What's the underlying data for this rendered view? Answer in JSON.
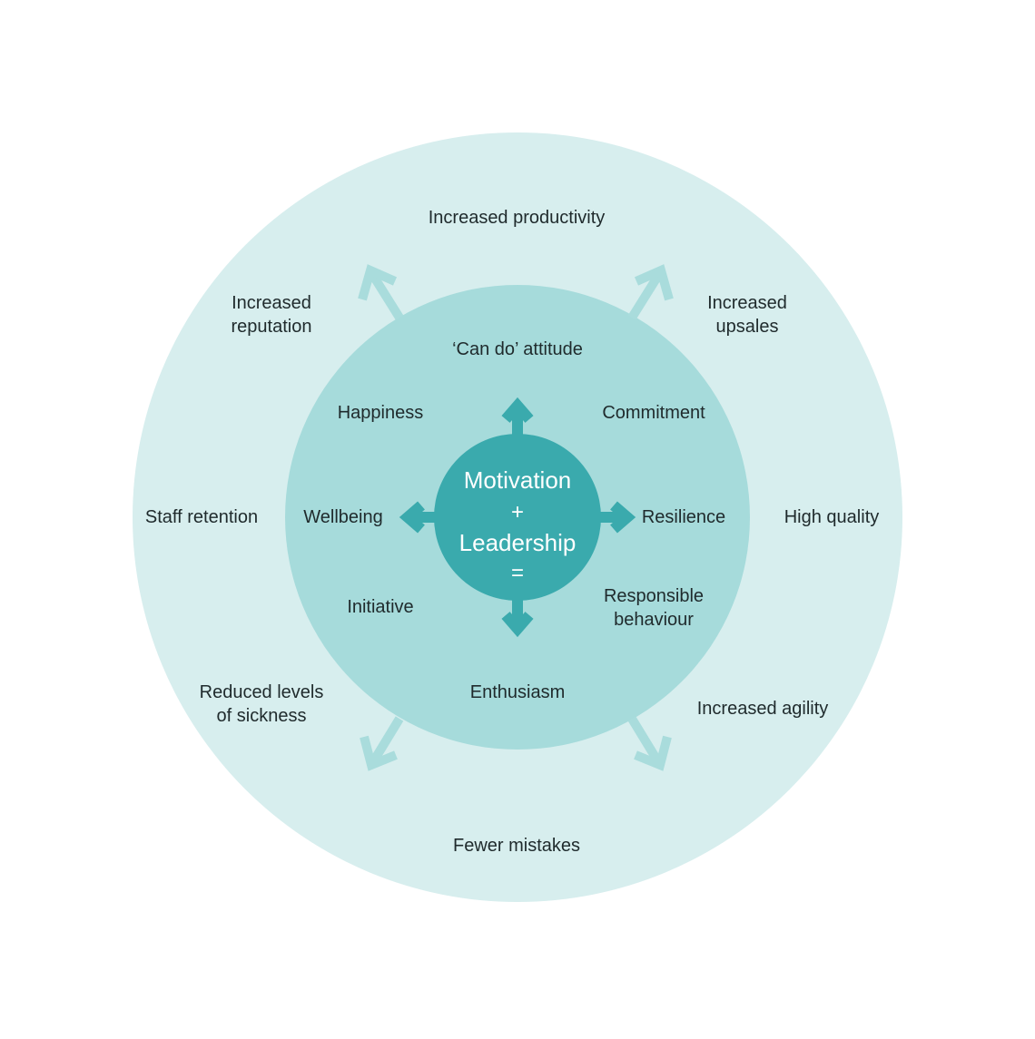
{
  "colors": {
    "outer_ring": "#d7eeee",
    "inner_ring": "#a6dbdb",
    "core": "#3aaaad",
    "inner_arrows": "#3aaaad",
    "outer_arrows": "#a9dcdc",
    "text": "#1f2a2c",
    "core_text": "#ffffff"
  },
  "core": {
    "line1": "Motivation",
    "plus": "+",
    "line2": "Leadership",
    "equals": "="
  },
  "inner_items": {
    "top": "‘Can do’ attitude",
    "upper_left": "Happiness",
    "upper_right": "Commitment",
    "left": "Wellbeing",
    "right": "Resilience",
    "lower_left": "Initiative",
    "lower_right": "Responsible\nbehaviour",
    "bottom": "Enthusiasm"
  },
  "outer_items": {
    "top": "Increased productivity",
    "upper_left": "Increased\nreputation",
    "upper_right": "Increased\nupsales",
    "left": "Staff retention",
    "right": "High quality",
    "lower_left": "Reduced levels\nof sickness",
    "lower_right": "Increased agility",
    "bottom": "Fewer mistakes"
  },
  "inner_arrow_icons": [
    "arrow-up-icon",
    "arrow-right-icon",
    "arrow-down-icon",
    "arrow-left-icon"
  ],
  "outer_arrow_icons": [
    "arrow-up-left-icon",
    "arrow-up-right-icon",
    "arrow-down-right-icon",
    "arrow-down-left-icon"
  ]
}
